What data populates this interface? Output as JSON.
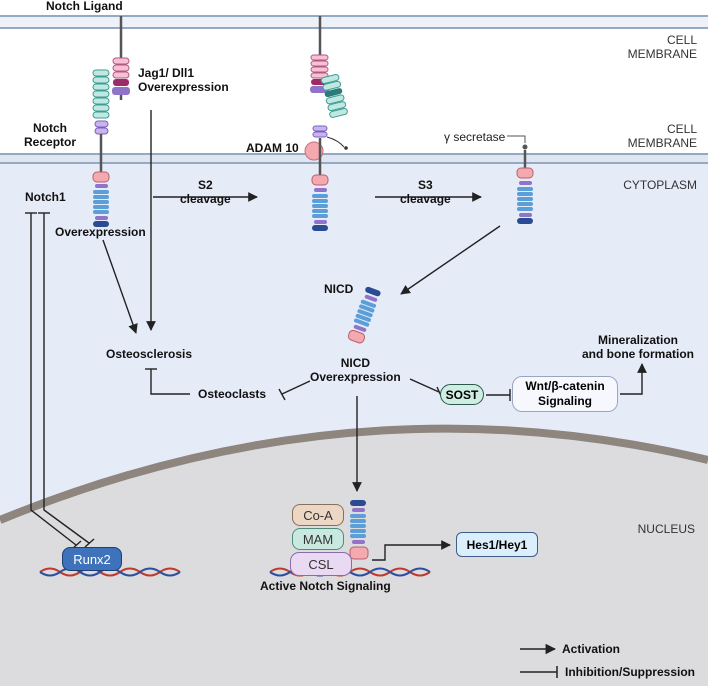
{
  "regions": {
    "cell_membrane_top": "CELL\nMEMBRANE",
    "cell_membrane_mid": "CELL\nMEMBRANE",
    "cytoplasm": "CYTOPLASM",
    "nucleus": "NUCLEUS"
  },
  "labels": {
    "notch_ligand": "Notch Ligand",
    "jag1_dll1": "Jag1/ Dll1\nOverexpression",
    "notch_receptor": "Notch\nReceptor",
    "adam10": "ADAM 10",
    "gamma_secretase": "γ secretase",
    "notch1": "Notch1",
    "overexpression": "Overexpression",
    "s2": "S2\ncleavage",
    "s3": "S3\ncleavage",
    "nicd": "NICD",
    "nicd_overexpression": "NICD\nOverexpression",
    "osteosclerosis": "Osteosclerosis",
    "osteoclasts": "Osteoclasts",
    "mineralization": "Mineralization\nand bone formation",
    "active_notch": "Active Notch Signaling"
  },
  "boxes": {
    "sost": "SOST",
    "wnt": "Wnt/β-catenin\nSignaling",
    "hes_hey": "Hes1/Hey1",
    "runx2": "Runx2",
    "co_a": "Co-A",
    "mam": "MAM",
    "csl": "CSL"
  },
  "legend": {
    "activation": "Activation",
    "inhibition": "Inhibition/Suppression"
  },
  "colors": {
    "cytoplasm": "#e6ebf8",
    "nucleus": "#dcdcdf",
    "nuclear_envelope": "#8d857e",
    "membrane": "#93a9c4",
    "sost_fill": "#cfeee3",
    "hes_fill": "#dbeefb",
    "runx2_fill": "#3e72ba"
  }
}
